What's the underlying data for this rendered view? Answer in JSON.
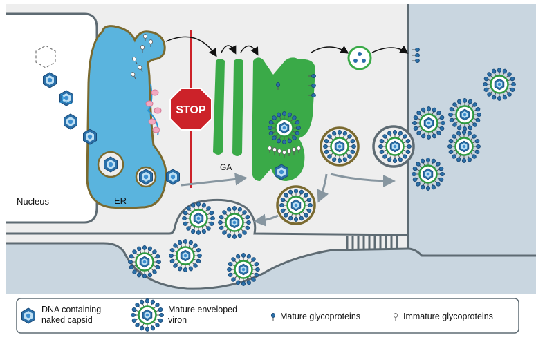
{
  "labels": {
    "nucleus": "Nucleus",
    "er": "ER",
    "ga": "GA",
    "stop": "STOP"
  },
  "legend": {
    "capsid": [
      "DNA containing",
      "naked capsid"
    ],
    "mature_virion": [
      "Mature enveloped",
      "viron"
    ],
    "mature_glyco": "Mature glycoproteins",
    "immature_glyco": "Immature glycoproteins"
  },
  "colors": {
    "cell_fill": "#eeeeee",
    "outside_fill": "#c9d6e0",
    "membrane": "#5e6b73",
    "er_fill": "#5ab4de",
    "er_stroke": "#7a6a30",
    "golgi": "#3aaa48",
    "stop": "#cc2229",
    "barrier": "#cc2229",
    "capsid": "#2a6fa8",
    "envelope_ring": "#2e9a40",
    "vesicle_ring": "#7a6a30",
    "arrow_gray": "#8796a0"
  }
}
